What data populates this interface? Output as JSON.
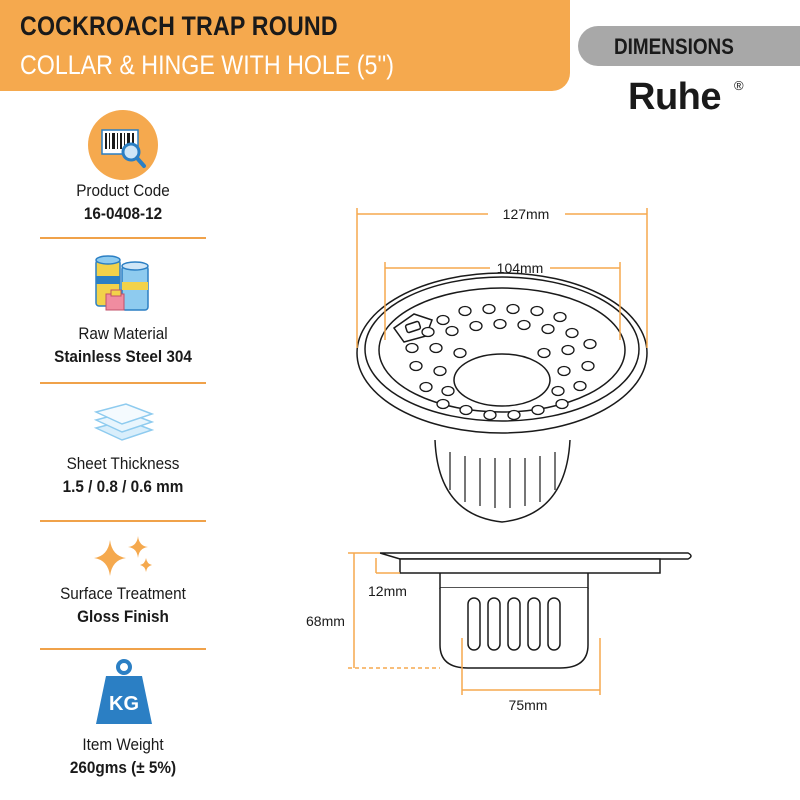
{
  "header": {
    "title": "COCKROACH TRAP ROUND",
    "subtitle": "COLLAR & HINGE WITH HOLE (5'')"
  },
  "tab": {
    "label": "DIMENSIONS"
  },
  "brand": {
    "name": "Ruhe",
    "mark": "®"
  },
  "specs": [
    {
      "label": "Product Code",
      "value": "16-0408-12",
      "icon": "barcode-magnifier-icon"
    },
    {
      "label": "Raw Material",
      "value": "Stainless Steel 304",
      "icon": "steel-drums-icon"
    },
    {
      "label": "Sheet Thickness",
      "value": "1.5 / 0.8 / 0.6 mm",
      "icon": "stacked-sheets-icon"
    },
    {
      "label": "Surface Treatment",
      "value": "Gloss Finish",
      "icon": "sparkles-icon"
    },
    {
      "label": "Item Weight",
      "value": "260gms (± 5%)",
      "icon": "kg-weight-icon",
      "weight_text": "KG"
    }
  ],
  "dimensions": {
    "outer_diameter": "127mm",
    "inner_diameter": "104mm",
    "collar_height": "12mm",
    "total_height": "68mm",
    "body_diameter": "75mm"
  },
  "colors": {
    "accent": "#f5a94e",
    "divider": "#f0a24a",
    "tab": "#a8a8a8",
    "icon_blue": "#2b7fc4",
    "line": "#1a1a1a"
  }
}
